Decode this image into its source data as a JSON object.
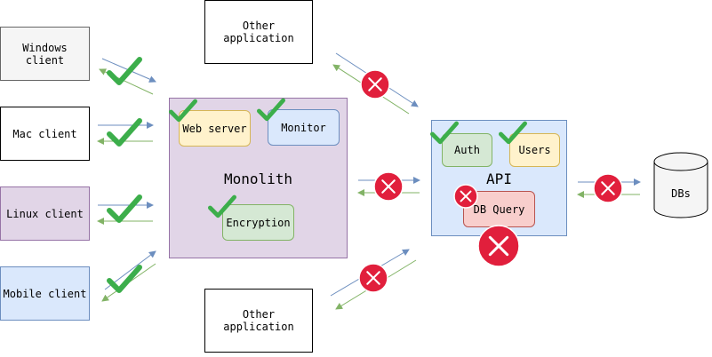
{
  "clients": {
    "windows": "Windows\nclient",
    "mac": "Mac client",
    "linux": "Linux client",
    "mobile": "Mobile client"
  },
  "other_app_top": "Other\napplication",
  "other_app_bottom": "Other\napplication",
  "monolith": {
    "title": "Monolith",
    "web_server": "Web server",
    "monitor": "Monitor",
    "encryption": "Encryption"
  },
  "api": {
    "title": "API",
    "auth": "Auth",
    "users": "Users",
    "db_query": "DB Query"
  },
  "dbs": "DBs",
  "colors": {
    "check": "#3cae4b",
    "cross_fill": "#e11f3c",
    "arrow_blue": "#6c8ebf",
    "arrow_green": "#82b366",
    "windows_fill": "#f5f5f5",
    "linux_fill": "#e1d5e7",
    "mobile_fill": "#dae8fc",
    "monolith_fill": "#e1d5e7",
    "api_fill": "#dae8fc",
    "yellow_fill": "#fff2cc",
    "green_fill": "#d5e8d4",
    "red_fill": "#f8cecc"
  }
}
